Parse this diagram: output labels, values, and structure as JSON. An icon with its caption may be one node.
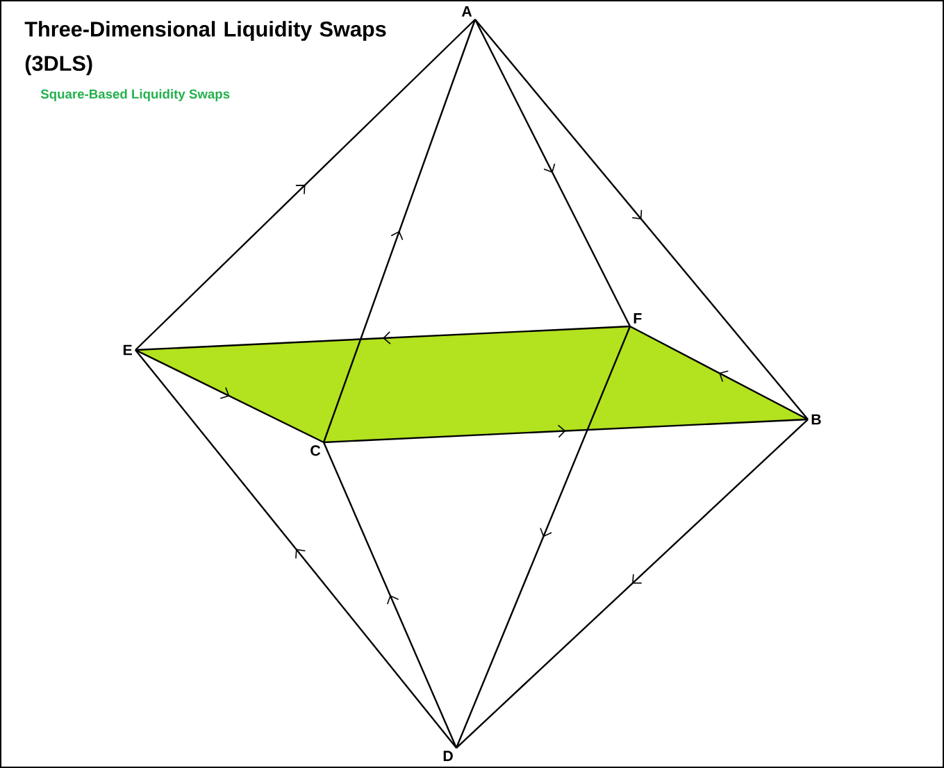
{
  "diagram": {
    "title": "Three-Dimensional Liquidity Swaps (3DLS)",
    "nodes": [
      {
        "text": [
          "A"
        ]
      },
      {
        "text": [
          "B"
        ]
      },
      {
        "text": [
          "C"
        ]
      },
      {
        "text": [
          "D"
        ]
      },
      {
        "text": [
          "E"
        ]
      },
      {
        "text": [
          "F"
        ]
      }
    ],
    "edges": [
      {
        "from": 4,
        "to": 0,
        "arrow": "to"
      },
      {
        "from": 2,
        "to": 0,
        "arrow": "to"
      },
      {
        "from": 0,
        "to": 5,
        "arrow": "to"
      },
      {
        "from": 0,
        "to": 1,
        "arrow": "to"
      },
      {
        "from": 5,
        "to": 4,
        "arrow": "to"
      },
      {
        "from": 1,
        "to": 5,
        "arrow": "to"
      },
      {
        "from": 4,
        "to": 2,
        "arrow": "to"
      },
      {
        "from": 2,
        "to": 1,
        "arrow": "to"
      },
      {
        "from": 5,
        "to": 3,
        "arrow": "to"
      },
      {
        "from": 1,
        "to": 3,
        "arrow": "to"
      },
      {
        "from": 3,
        "to": 4,
        "arrow": "to"
      },
      {
        "from": 3,
        "to": 2,
        "arrow": "to"
      }
    ],
    "labels": [
      "Square-Based Liquidity Swaps"
    ]
  }
}
